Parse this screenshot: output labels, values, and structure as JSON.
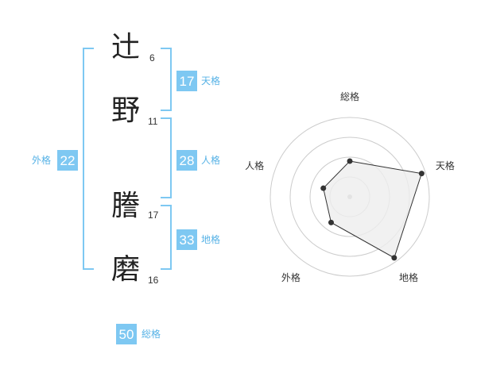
{
  "name": {
    "chars": [
      {
        "char": "辻",
        "strokes": "6"
      },
      {
        "char": "野",
        "strokes": "11"
      },
      {
        "char": "謄",
        "strokes": "17"
      },
      {
        "char": "磨",
        "strokes": "16"
      }
    ]
  },
  "kaku": {
    "tenkaku": {
      "value": "17",
      "label": "天格"
    },
    "jinkaku": {
      "value": "28",
      "label": "人格"
    },
    "chikaku": {
      "value": "33",
      "label": "地格"
    },
    "gaikaku": {
      "value": "22",
      "label": "外格"
    },
    "soukaku": {
      "value": "50",
      "label": "総格"
    }
  },
  "colors": {
    "accent": "#7ec8f2",
    "label": "#56b2e6",
    "radar_fill": "#eeeeee",
    "radar_line": "#333333",
    "grid": "#cccccc"
  },
  "chart_data": {
    "type": "radar",
    "axes": [
      "総格",
      "天格",
      "地格",
      "外格",
      "人格"
    ],
    "values": [
      0.45,
      0.95,
      0.95,
      0.4,
      0.35
    ],
    "range": [
      0,
      1
    ],
    "rings": 4,
    "grid": true
  }
}
